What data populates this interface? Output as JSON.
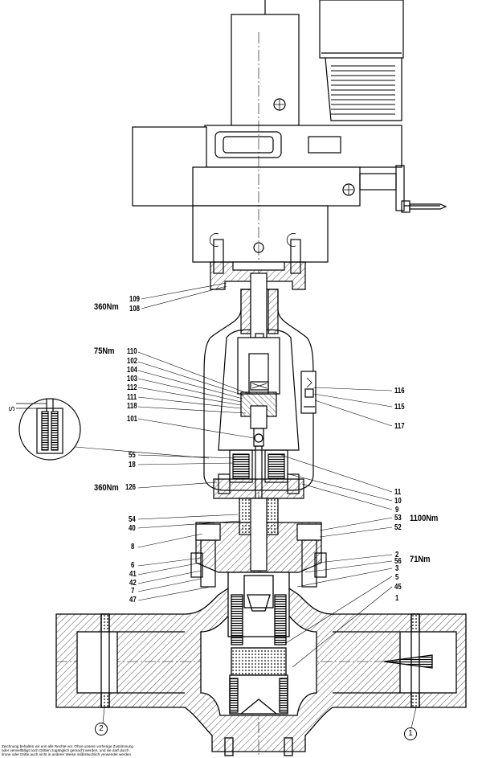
{
  "drawing": {
    "part_labels": [
      {
        "id": "p109a",
        "text": "109"
      },
      {
        "id": "p108",
        "text": "108"
      },
      {
        "id": "p110",
        "text": "110"
      },
      {
        "id": "p102",
        "text": "102"
      },
      {
        "id": "p104",
        "text": "104"
      },
      {
        "id": "p103",
        "text": "103"
      },
      {
        "id": "p112",
        "text": "112"
      },
      {
        "id": "p111",
        "text": "111"
      },
      {
        "id": "p118",
        "text": "118"
      },
      {
        "id": "p101",
        "text": "101"
      },
      {
        "id": "p55",
        "text": "55"
      },
      {
        "id": "p18",
        "text": "18"
      },
      {
        "id": "p126",
        "text": "126"
      },
      {
        "id": "p54",
        "text": "54"
      },
      {
        "id": "p40",
        "text": "40"
      },
      {
        "id": "p8",
        "text": "8"
      },
      {
        "id": "p6",
        "text": "6"
      },
      {
        "id": "p41",
        "text": "41"
      },
      {
        "id": "p42",
        "text": "42"
      },
      {
        "id": "p7",
        "text": "7"
      },
      {
        "id": "p47",
        "text": "47"
      },
      {
        "id": "p116",
        "text": "116"
      },
      {
        "id": "p115",
        "text": "115"
      },
      {
        "id": "p117",
        "text": "117"
      },
      {
        "id": "p11",
        "text": "11"
      },
      {
        "id": "p10",
        "text": "10"
      },
      {
        "id": "p9",
        "text": "9"
      },
      {
        "id": "p53",
        "text": "53"
      },
      {
        "id": "p52",
        "text": "52"
      },
      {
        "id": "p2",
        "text": "2"
      },
      {
        "id": "p56",
        "text": "56"
      },
      {
        "id": "p3",
        "text": "3"
      },
      {
        "id": "p5",
        "text": "5"
      },
      {
        "id": "p45",
        "text": "45"
      },
      {
        "id": "p1",
        "text": "1"
      }
    ],
    "torques": [
      {
        "id": "t360a",
        "text": "360Nm"
      },
      {
        "id": "t75",
        "text": "75Nm"
      },
      {
        "id": "t360b",
        "text": "360Nm"
      },
      {
        "id": "t1100",
        "text": "1100Nm"
      },
      {
        "id": "t71",
        "text": "71Nm"
      }
    ],
    "detail_dimension": "S",
    "port_markers": [
      "2",
      "1"
    ],
    "copyright_note": [
      "Zeichnung behalten wir uns alle Rechte vor. Ohne unsere vorherige Zustimmung",
      "oder vervielfältigt noch Dritten zugänglich gemacht werden, und sie darf durch",
      "itrone oder Dritte auch nicht in anderer Weise mißbräuchlich verwendet werden."
    ]
  }
}
